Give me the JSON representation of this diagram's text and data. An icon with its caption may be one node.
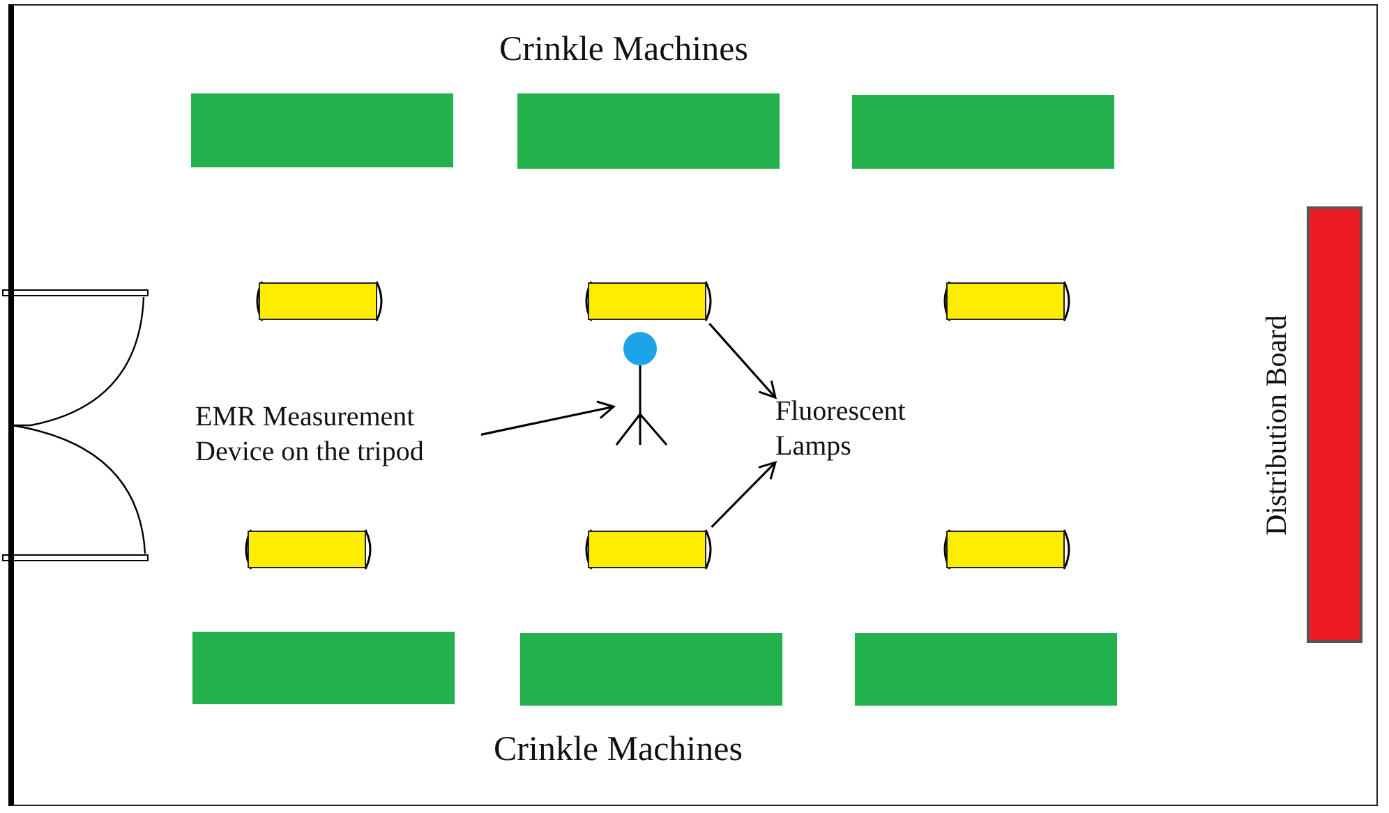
{
  "diagram": {
    "nodes": [
      {
        "text": [],
        "shape": "box"
      },
      {
        "text": [],
        "shape": "box"
      },
      {
        "text": [],
        "shape": "box"
      },
      {
        "text": [],
        "shape": "bar"
      },
      {
        "text": [],
        "shape": "bar"
      },
      {
        "text": [],
        "shape": "bar"
      },
      {
        "text": [],
        "shape": "picture"
      },
      {
        "text": [
          "Fluorescent Lamps"
        ]
      },
      {
        "text": [
          "EMR Measurement Device on the tripod"
        ]
      },
      {
        "text": [],
        "shape": "bar"
      },
      {
        "text": [],
        "shape": "bar"
      },
      {
        "text": [],
        "shape": "bar"
      },
      {
        "text": [],
        "shape": "box"
      },
      {
        "text": [],
        "shape": "box"
      },
      {
        "text": [],
        "shape": "box"
      },
      {
        "text": [
          "Distribution Board"
        ]
      }
    ],
    "edges": [
      {
        "from": 8,
        "to": 6,
        "arrow": "to"
      },
      {
        "from": 4,
        "to": 7,
        "arrow": "to"
      },
      {
        "from": 10,
        "to": 7,
        "arrow": "to"
      }
    ],
    "labels": [
      "Crinkle Machines",
      "Crinkle Machines"
    ]
  }
}
